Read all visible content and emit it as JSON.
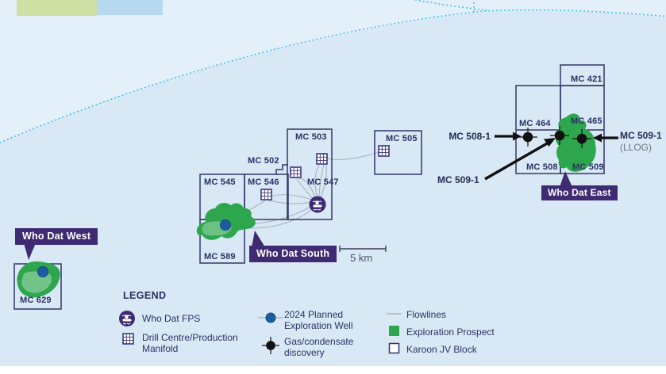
{
  "colors": {
    "sea": "#d9e8f5",
    "shallow_water": "#e3f0fa",
    "inset_land": "#cfe0a5",
    "inset_water": "#b6d9ef",
    "block_outline": "#32366b",
    "label_navy": "#2c3066",
    "prospect_green": "#2ea64e",
    "badge_purple": "#3e2b72",
    "planned_well_blue": "#1d5ca3",
    "discovery_black": "#111111",
    "flowline_gray": "#a9b1bc",
    "contour_blue": "#49bde8"
  },
  "blocks": {
    "mc421": "MC 421",
    "mc464": "MC 464",
    "mc465": "MC 465",
    "mc502": "MC 502",
    "mc503": "MC 503",
    "mc505": "MC 505",
    "mc508": "MC 508",
    "mc509": "MC 509",
    "mc545": "MC 545",
    "mc546": "MC 546",
    "mc547": "MC 547",
    "mc589": "MC 589",
    "mc629": "MC 629"
  },
  "wells": {
    "mc508_1": "MC 508-1",
    "mc509_1": "MC 509-1",
    "mc509_1_llog": "MC 509-1",
    "llog": "(LLOG)"
  },
  "badges": {
    "west": "Who Dat West",
    "south": "Who Dat South",
    "east": "Who Dat East"
  },
  "scale": {
    "label": "5 km"
  },
  "legend": {
    "title": "LEGEND",
    "items": [
      {
        "icon": "fps-icon",
        "label": "Who Dat FPS"
      },
      {
        "icon": "manifold-icon",
        "label": "Drill Centre/Production\nManifold"
      },
      {
        "icon": "planned-well-icon",
        "label": "2024 Planned\nExploration Well"
      },
      {
        "icon": "discovery-icon",
        "label": "Gas/condensate\ndiscovery"
      },
      {
        "icon": "flowline-icon",
        "label": "Flowlines"
      },
      {
        "icon": "prospect-icon",
        "label": "Exploration Prospect"
      },
      {
        "icon": "jv-block-icon",
        "label": "Karoon JV Block"
      }
    ]
  }
}
